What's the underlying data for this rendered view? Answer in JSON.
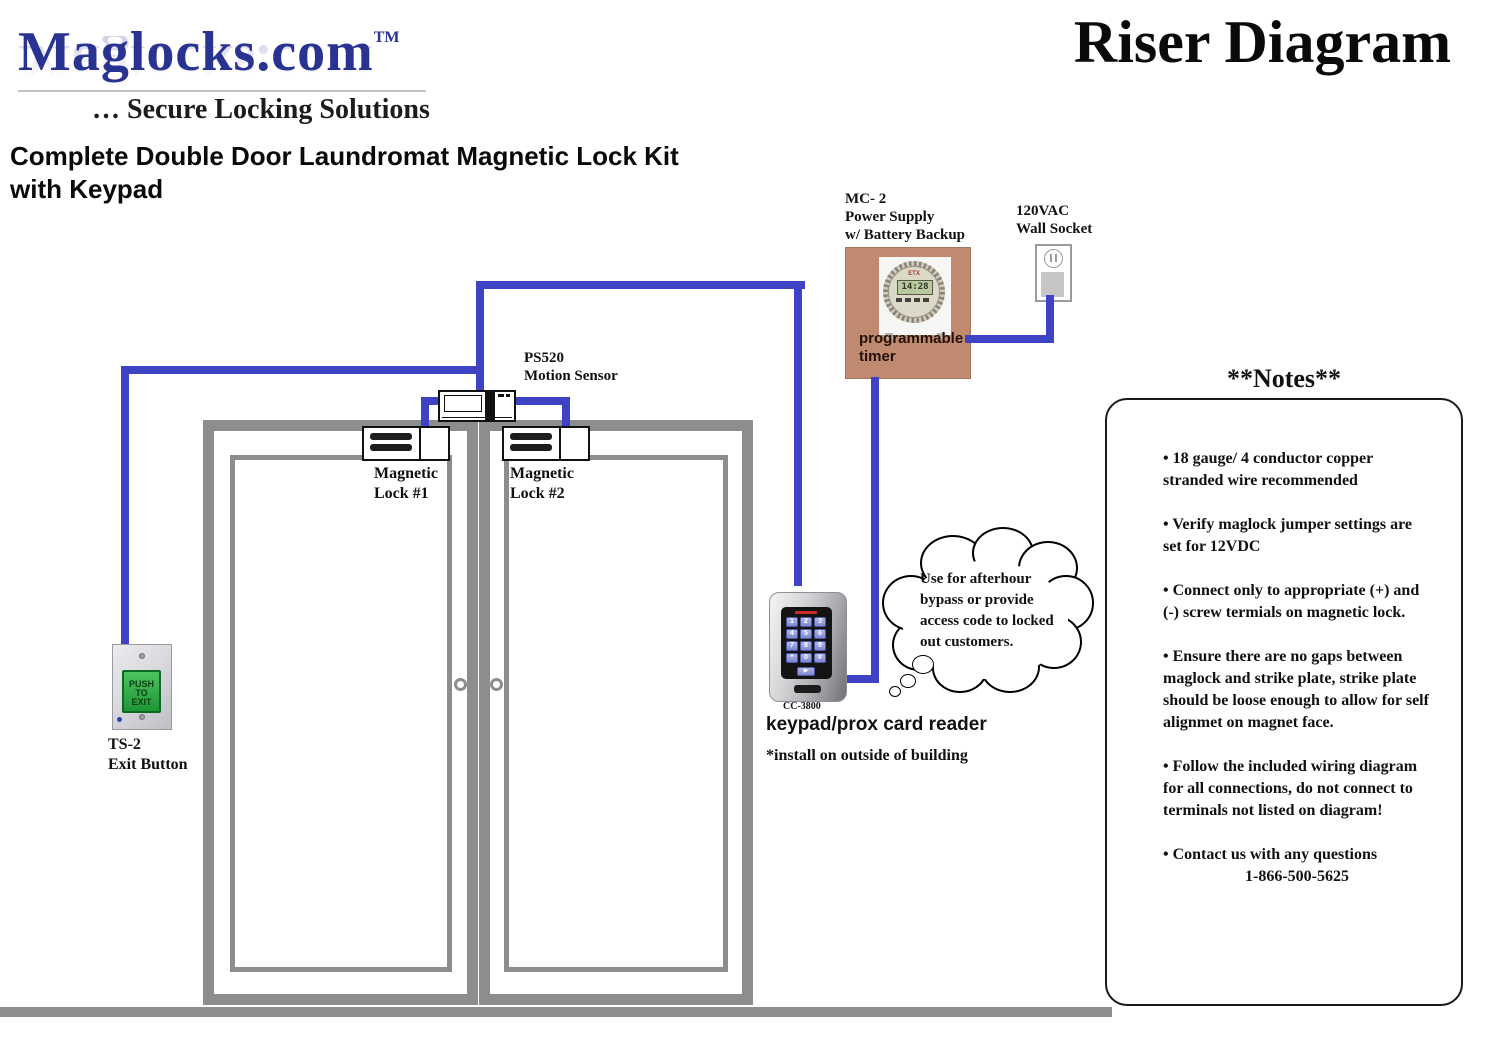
{
  "header": {
    "logo_text": "Maglocks.com",
    "logo_tm": "TM",
    "tagline": "… Secure Locking Solutions",
    "page_title": "Riser Diagram",
    "subtitle": "Complete Double Door Laundromat Magnetic Lock Kit\nwith Keypad"
  },
  "components": {
    "power_supply": {
      "label": "MC- 2\nPower Supply\nw/ Battery Backup",
      "inner_label": "programmable\ntimer",
      "timer_brand": "ETX",
      "timer_display": "14:28"
    },
    "wall_socket": {
      "label": "120VAC\nWall Socket"
    },
    "motion_sensor": {
      "label": "PS520\nMotion Sensor"
    },
    "magnetic_lock_1": {
      "label": "Magnetic\nLock #1"
    },
    "magnetic_lock_2": {
      "label": "Magnetic\nLock #2"
    },
    "exit_button": {
      "label": "TS-2\nExit Button",
      "button_text": "PUSH\nTO\nEXIT"
    },
    "keypad": {
      "model": "CC-3800",
      "title": "keypad/prox card reader",
      "note": "*install on outside of building",
      "keys": [
        "1",
        "2",
        "3",
        "4",
        "5",
        "6",
        "7",
        "8",
        "9",
        "*",
        "0",
        "#"
      ],
      "arrow_key": "▶"
    },
    "cloud": {
      "text": "Use for afterhour bypass or provide access code to locked out customers."
    }
  },
  "notes": {
    "title": "**Notes**",
    "items": [
      "• 18 gauge/ 4 conductor copper stranded wire recommended",
      "• Verify maglock jumper settings are set for 12VDC",
      "• Connect only to appropriate (+) and (-) screw termials on magnetic lock.",
      "• Ensure there are no gaps between maglock and strike plate, strike plate should be loose enough to allow for self alignmet on magnet face.",
      "• Follow the included wiring diagram for all connections, do not connect to terminals not listed on diagram!",
      "• Contact us with any questions"
    ],
    "phone": "1-866-500-5625"
  },
  "colors": {
    "wire_blue": "#3e43c6",
    "door_gray": "#8d8d8d",
    "logo_blue": "#293391",
    "power_supply_fill": "#bf8a70",
    "exit_button_green": "#2fae4a"
  }
}
